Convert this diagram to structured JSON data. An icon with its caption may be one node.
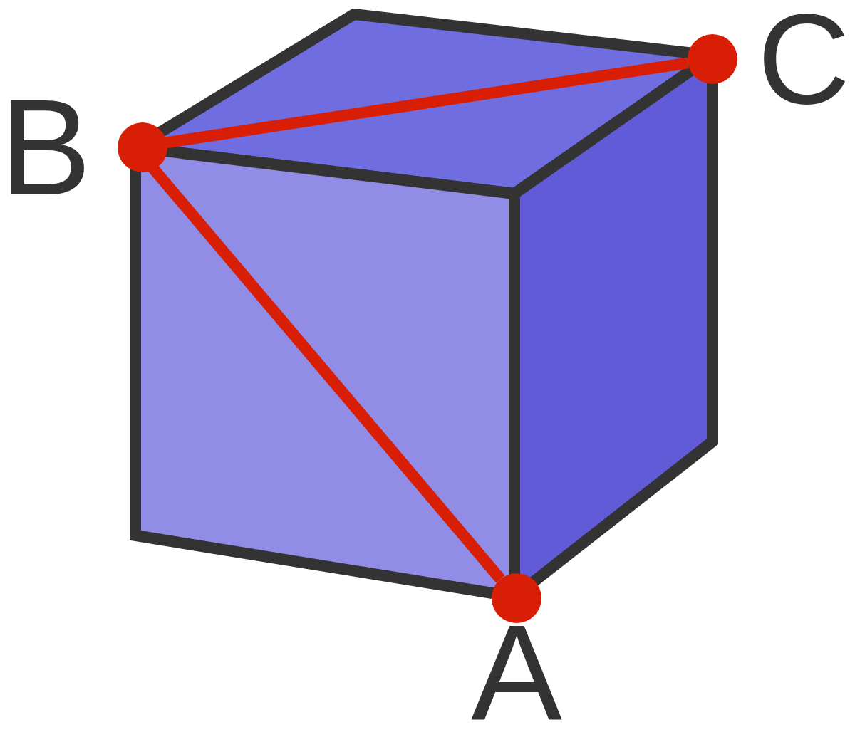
{
  "diagram": {
    "nodes": [
      {
        "text": [
          "B"
        ]
      },
      {
        "text": [
          "C"
        ]
      },
      {
        "text": [
          "A"
        ]
      }
    ],
    "edges": [
      {
        "from": 0,
        "to": 1,
        "arrow": "none"
      },
      {
        "from": 0,
        "to": 2,
        "arrow": "none"
      }
    ]
  }
}
